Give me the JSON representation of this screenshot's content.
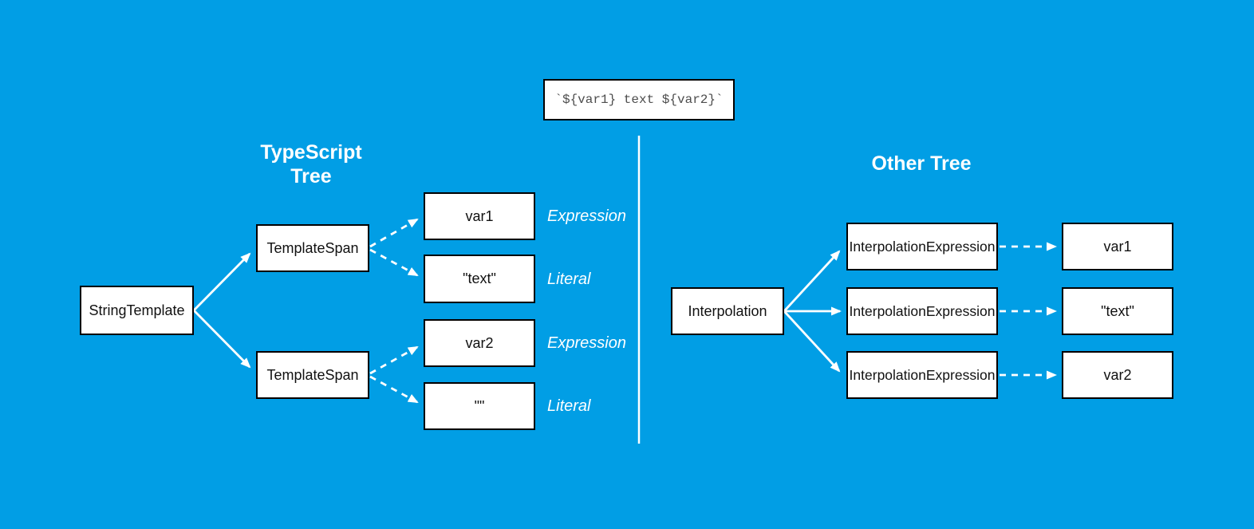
{
  "colors": {
    "background": "#019ee5",
    "node_fill": "#ffffff",
    "node_border": "#000000",
    "line": "#ffffff",
    "code_text": "#4d4d4d"
  },
  "code_box": {
    "text": "`${var1} text ${var2}`"
  },
  "left_tree": {
    "title": "TypeScript Tree",
    "root": {
      "label": "StringTemplate"
    },
    "spans": [
      {
        "label": "TemplateSpan"
      },
      {
        "label": "TemplateSpan"
      }
    ],
    "leaves": [
      {
        "text": "var1",
        "type": "Expression"
      },
      {
        "text": "\"text\"",
        "type": "Literal"
      },
      {
        "text": "var2",
        "type": "Expression"
      },
      {
        "text": "\"\"",
        "type": "Literal"
      }
    ]
  },
  "right_tree": {
    "title": "Other Tree",
    "root": {
      "label": "Interpolation"
    },
    "children": [
      {
        "label": "InterpolationExpression"
      },
      {
        "label": "InterpolationExpression"
      },
      {
        "label": "InterpolationExpression"
      }
    ],
    "leaves": [
      {
        "text": "var1"
      },
      {
        "text": "\"text\""
      },
      {
        "text": "var2"
      }
    ]
  }
}
